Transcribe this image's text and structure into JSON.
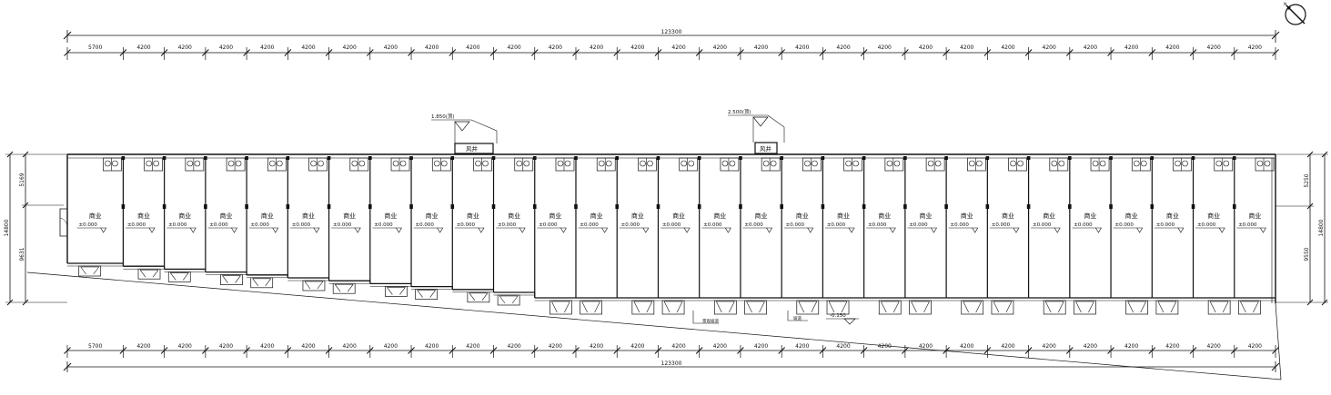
{
  "overall_dimension": "123300",
  "bay_dimensions": [
    "5700",
    "4200",
    "4200",
    "4200",
    "4200",
    "4200",
    "4200",
    "4200",
    "4200",
    "4200",
    "4200",
    "4200",
    "4200",
    "4200",
    "4200",
    "4200",
    "4200",
    "4200",
    "4200",
    "4200",
    "4200",
    "4200",
    "4200",
    "4200",
    "4200",
    "4200",
    "4200",
    "4200",
    "4200"
  ],
  "left_dimensions": {
    "total": "14800",
    "upper": "5169",
    "lower": "9631"
  },
  "right_dimensions": {
    "total": "14800",
    "upper": "5250",
    "lower": "9550"
  },
  "room_name": "商业",
  "room_elevation": "±0.000",
  "air_shafts": [
    {
      "label": "风井",
      "elevation": "1.850(顶)"
    },
    {
      "label": "风井",
      "elevation": "2.500(顶)"
    }
  ],
  "exterior_elevation": "-0.150",
  "notes": [
    "景观坡道",
    "坡道"
  ],
  "north_arrow_label": "N",
  "north-arrow-icon": "north-arrow-icon",
  "colors": {
    "line": "#111111",
    "background": "#ffffff"
  }
}
